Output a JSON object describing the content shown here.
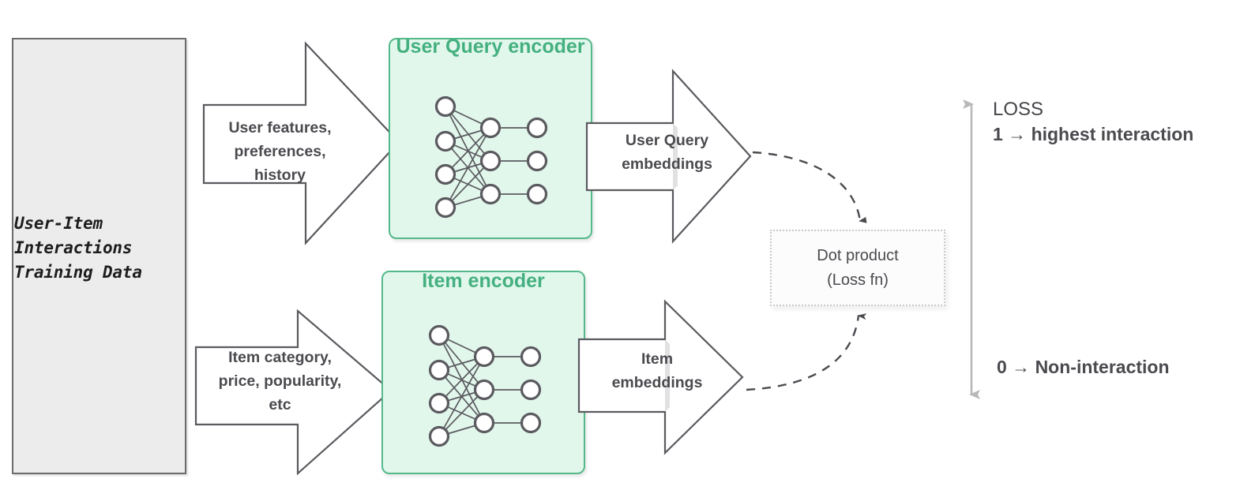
{
  "diagram": {
    "title": "Two-Tower Recommender Training Diagram",
    "colors": {
      "encoder_fill": "#e2f7ec",
      "encoder_border": "#54b98a",
      "encoder_title": "#44b07f",
      "data_box_fill": "#ececec",
      "data_box_border": "#6b6b6b",
      "text": "#4a4a4f",
      "arrow_stroke": "#5a5a5f",
      "loss_axis": "#b8b8b8",
      "dotted_border": "#c9c9c9"
    }
  },
  "training_data": {
    "label": "User-Item\nInteractions\nTraining Data"
  },
  "user_tower": {
    "input_arrow_label": "User features,\npreferences,\nhistory",
    "encoder_title": "User Query\nencoder",
    "output_arrow_label": "User Query\nembeddings"
  },
  "item_tower": {
    "input_arrow_label": "Item category,\nprice, popularity,\netc",
    "encoder_title": "Item encoder",
    "output_arrow_label": "Item\nembeddings"
  },
  "dot_product": {
    "label": "Dot product\n(Loss fn)"
  },
  "loss_axis": {
    "title": "LOSS",
    "high_label": "1  → highest interaction",
    "low_label": "0 → Non-interaction"
  },
  "network": {
    "input_nodes": 4,
    "hidden_nodes": 3,
    "output_nodes": 3,
    "node_fill": "#ffffff",
    "node_stroke": "#5a5a5f"
  }
}
